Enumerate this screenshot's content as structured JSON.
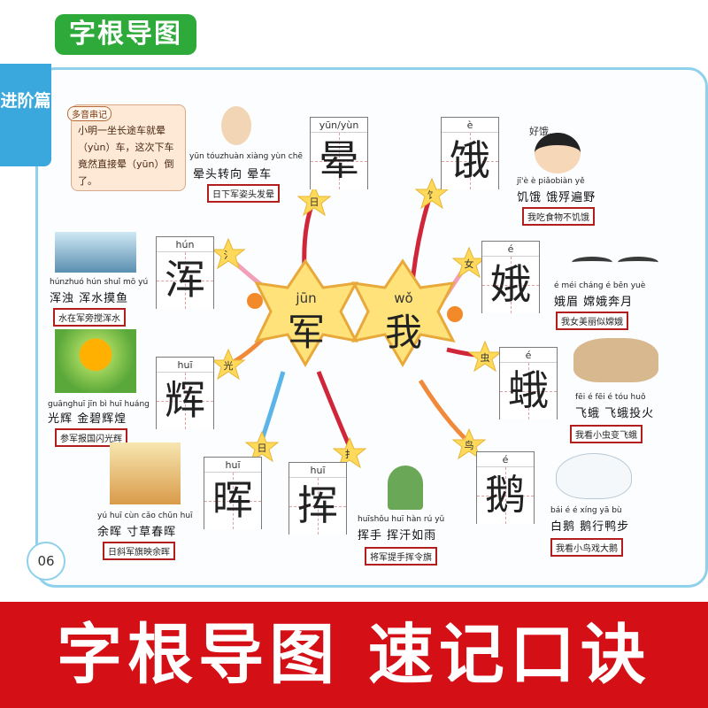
{
  "title": "字根导图",
  "level_tab": "进阶篇",
  "page_number": "06",
  "note": {
    "label": "多音串记",
    "text": "小明一坐长途车就晕（yùn）车，这次下车竟然直接晕（yūn）倒了。"
  },
  "hubs": [
    {
      "pinyin": "jūn",
      "char": "军"
    },
    {
      "pinyin": "wǒ",
      "char": "我"
    }
  ],
  "jun_family": [
    {
      "radical": "日",
      "pinyin": "yūn/yùn",
      "char": "晕",
      "words_pinyin": "yūn tóuzhuàn xiàng   yùn chē",
      "words": "晕头转向 晕车",
      "rhyme": "日下军姿头发晕"
    },
    {
      "radical": "氵",
      "pinyin": "hún",
      "char": "浑",
      "words_pinyin": "húnzhuó  hún shuǐ mō  yú",
      "words": "浑浊 浑水摸鱼",
      "rhyme": "水在军旁搅浑水"
    },
    {
      "radical": "光",
      "pinyin": "huī",
      "char": "辉",
      "words_pinyin": "guānghuī  jīn bì huī huáng",
      "words": "光辉 金碧辉煌",
      "rhyme": "参军报国闪光辉"
    },
    {
      "radical": "日",
      "pinyin": "huī",
      "char": "晖",
      "words_pinyin": "yú huī   cùn cǎo chūn huī",
      "words": "余晖 寸草春晖",
      "rhyme": "日斜军旗映余晖"
    },
    {
      "radical": "扌",
      "pinyin": "huī",
      "char": "挥",
      "words_pinyin": "huīshǒu  huī hàn rú  yǔ",
      "words": "挥手 挥汗如雨",
      "rhyme": "将军提手挥令旗"
    }
  ],
  "wo_family": [
    {
      "radical": "饣",
      "pinyin": "è",
      "char": "饿",
      "words_pinyin": "jī'è    è piǎobiàn yě",
      "words": "饥饿 饿殍遍野",
      "rhyme": "我吃食物不饥饿"
    },
    {
      "radical": "女",
      "pinyin": "é",
      "char": "娥",
      "words_pinyin": "é méi  cháng é bēn yuè",
      "words": "娥眉 嫦娥奔月",
      "rhyme": "我女美丽似嫦娥"
    },
    {
      "radical": "虫",
      "pinyin": "é",
      "char": "蛾",
      "words_pinyin": "fēi é  fēi é tóu huǒ",
      "words": "飞蛾 飞蛾投火",
      "rhyme": "我看小虫变飞蛾"
    },
    {
      "radical": "鸟",
      "pinyin": "é",
      "char": "鹅",
      "words_pinyin": "bái é   é xíng yā  bù",
      "words": "白鹅 鹅行鸭步",
      "rhyme": "我看小鸟戏大鹅"
    }
  ],
  "thought_bubble": "好饿...",
  "bottom_banner": "字根导图 速记口诀",
  "colors": {
    "green": "#2eaa3a",
    "blue": "#3aa8dc",
    "red": "#d40f16",
    "star": "#ffd95a",
    "rhyme_border": "#b21d1d"
  }
}
